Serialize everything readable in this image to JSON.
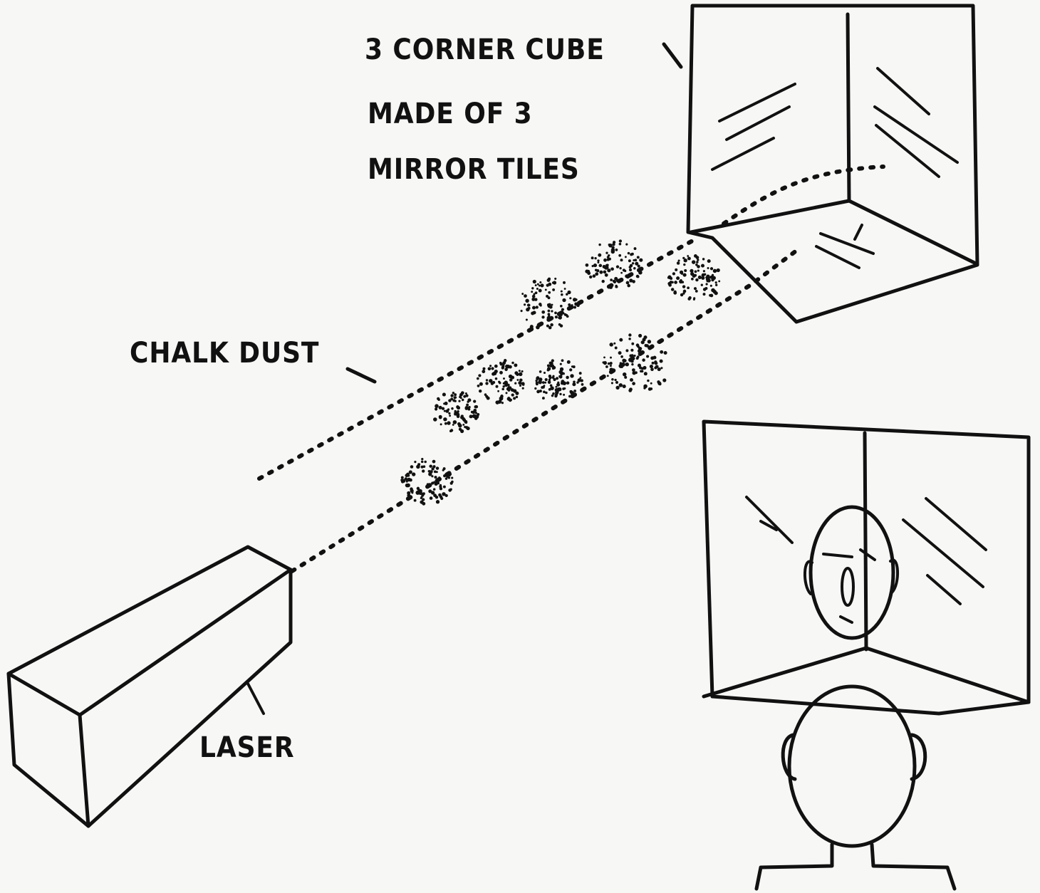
{
  "labels": {
    "corner_cube": [
      "3 CORNER CUBE",
      "MADE OF  3",
      "MIRROR TILES"
    ],
    "chalk_dust": "CHALK DUST",
    "laser": "LASER"
  },
  "icons": {
    "corner_cube": "corner-cube-mirror-icon",
    "viewer_cube": "corner-cube-reflection-icon",
    "laser": "laser-box-icon",
    "chalk_dust": "dust-cloud-icon",
    "observer": "person-head-icon"
  },
  "colors": {
    "ink": "#111111",
    "paper": "#f7f7f5"
  }
}
